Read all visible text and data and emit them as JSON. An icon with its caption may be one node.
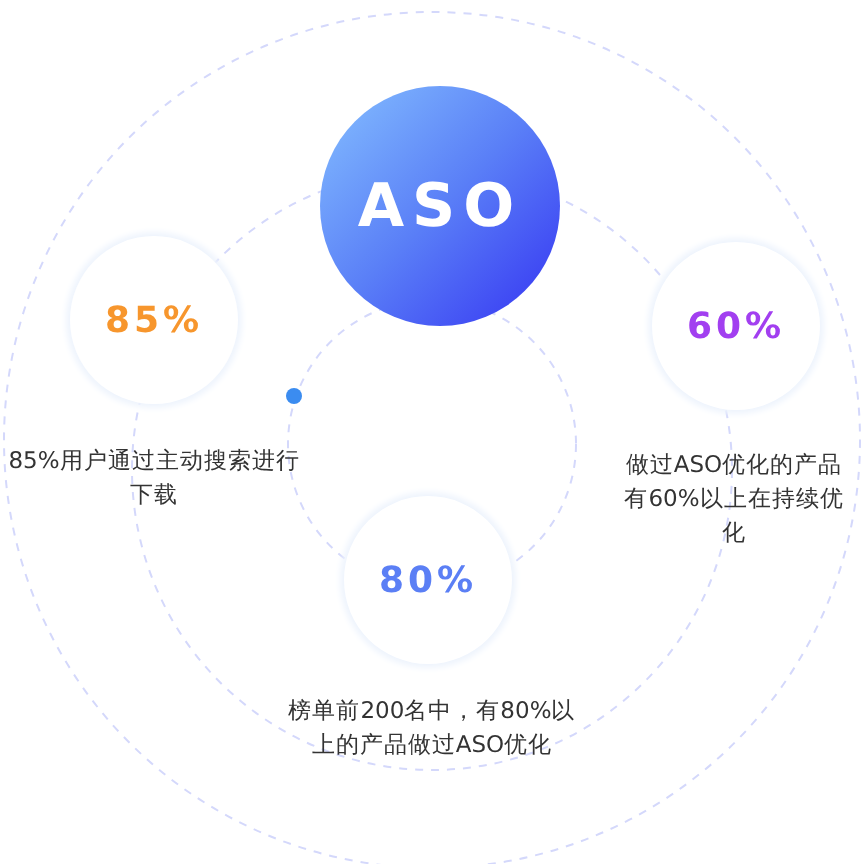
{
  "diagram": {
    "nodes": [
      {
        "text": [
          "ASO"
        ]
      },
      {
        "text": [
          "85%"
        ],
        "beside": [
          "85%用户通过主动搜索进行下载"
        ]
      },
      {
        "text": [
          "60%"
        ],
        "beside": [
          "做过ASO优化的产品有60%以上在持续优化"
        ]
      },
      {
        "text": [
          "80%"
        ],
        "beside": [
          "榜单前200名中，有80%以上的产品做过ASO优化"
        ]
      }
    ]
  }
}
